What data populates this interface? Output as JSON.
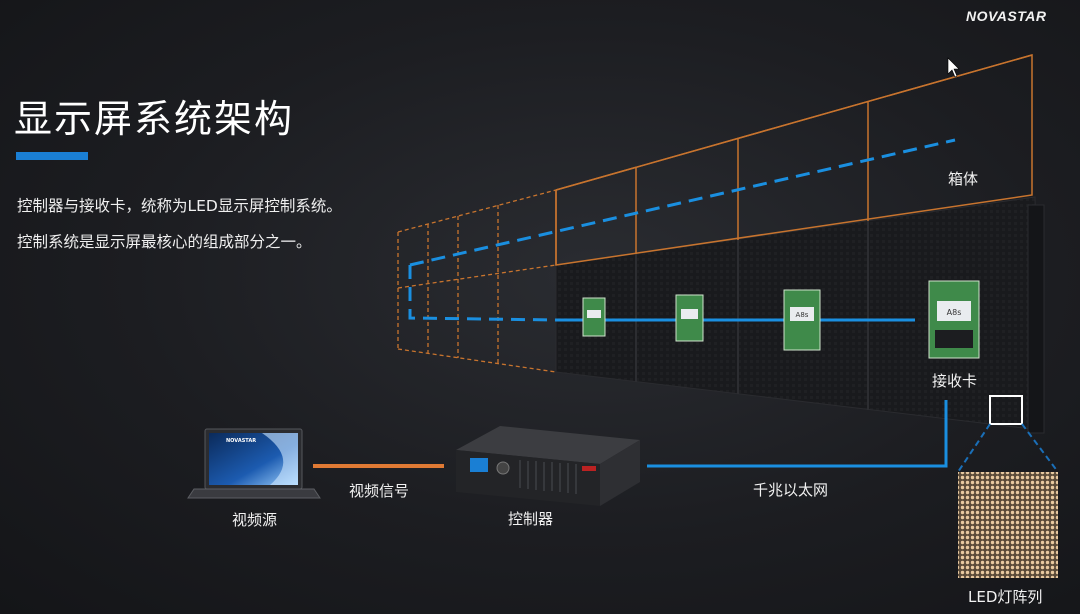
{
  "header": {
    "logo": "NOVASTAR"
  },
  "slide": {
    "title": "显示屏系统架构",
    "description": [
      "控制器与接收卡，统称为LED显示屏控制系统。",
      "控制系统是显示屏最核心的组成部分之一。"
    ]
  },
  "diagram": {
    "labels": {
      "cabinet": "箱体",
      "receiving_card": "接收卡",
      "video_source": "视频源",
      "video_signal": "视频信号",
      "controller": "控制器",
      "ethernet": "千兆以太网",
      "led_array": "LED灯阵列"
    },
    "laptop_logo": "NOVASTAR",
    "card_label": "A8s",
    "colors": {
      "accent_blue": "#1a8fe0",
      "cabinet_orange": "#c8742e",
      "video_link_orange": "#e07a34",
      "card_green": "#3f8a4a"
    }
  }
}
